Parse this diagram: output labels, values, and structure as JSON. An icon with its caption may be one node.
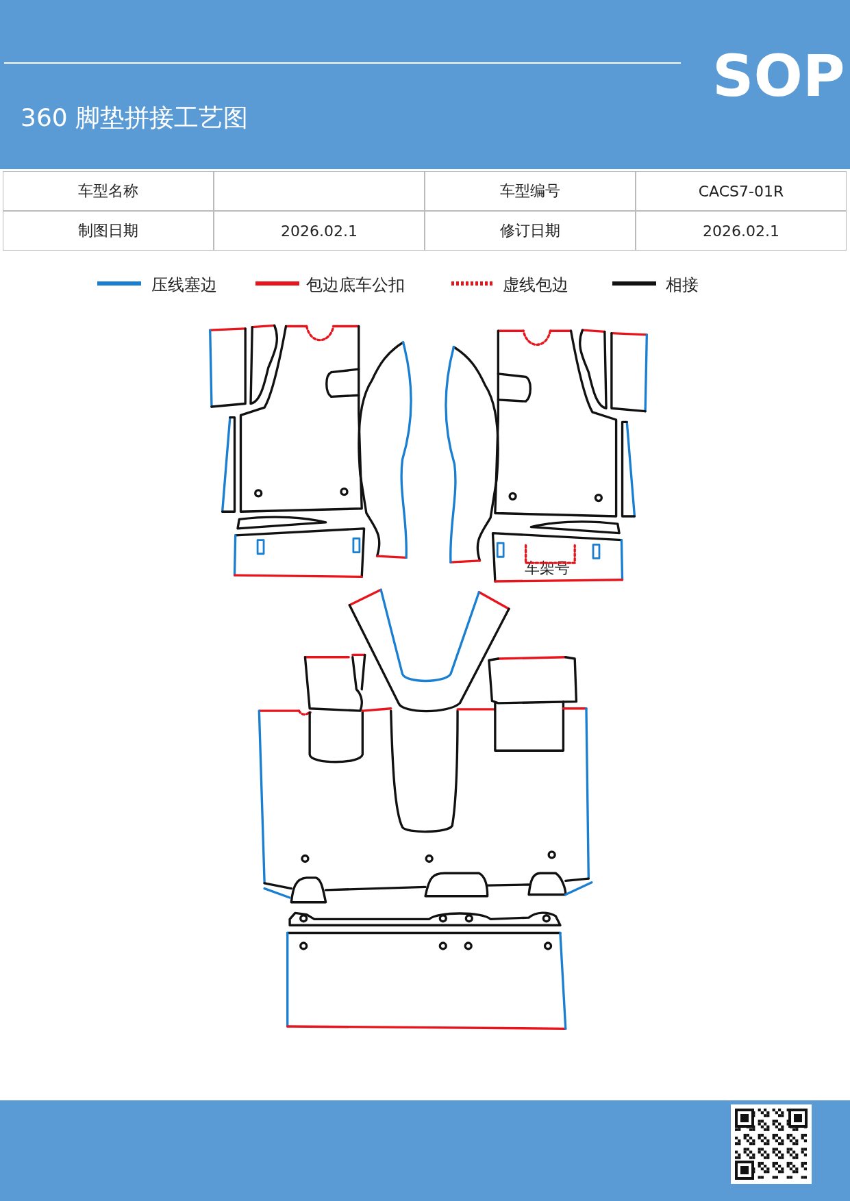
{
  "diagram": {
    "title": "360 脚垫拼接工艺图",
    "labels": [
      "SOP",
      "车型名称",
      "车型编号",
      "CACS7-01R",
      "制图日期",
      "2026.02.1",
      "修订日期",
      "2026.02.1",
      "车架号"
    ],
    "legend": [
      {
        "text": "压线塞边"
      },
      {
        "text": "包边底车公扣"
      },
      {
        "text": "虚线包边"
      },
      {
        "text": "相接"
      }
    ]
  }
}
